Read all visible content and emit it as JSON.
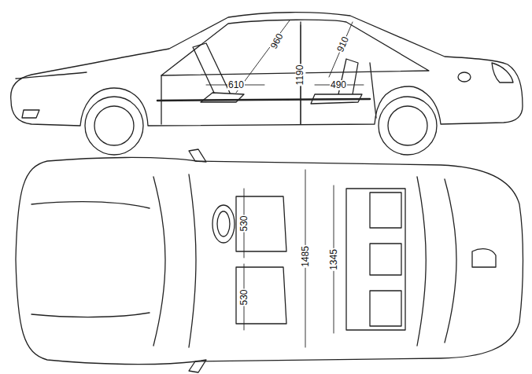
{
  "diagram": {
    "labels": [
      "960",
      "910",
      "610",
      "1190",
      "490",
      "530",
      "1485",
      "1345",
      "530"
    ]
  }
}
